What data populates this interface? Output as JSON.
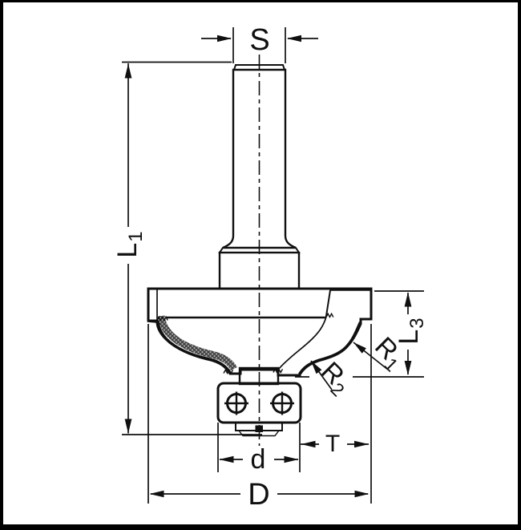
{
  "figure": {
    "kind": "technical-drawing",
    "subject": "ogee-profile router bit with guide bearing, dimensioned section view",
    "colors": {
      "line": "#101010",
      "background": "#ffffff",
      "hatch_light": "#9a9a9a",
      "hatch_dark": "#3c3c3c"
    },
    "dimensions": {
      "s": {
        "main": "S",
        "sub": ""
      },
      "l1": {
        "main": "L",
        "sub": "1"
      },
      "l3": {
        "main": "L",
        "sub": "3"
      },
      "r1": {
        "main": "R",
        "sub": "1"
      },
      "r2": {
        "main": "R",
        "sub": "2"
      },
      "t": {
        "main": "T",
        "sub": ""
      },
      "d": {
        "main": "d",
        "sub": ""
      },
      "D": {
        "main": "D",
        "sub": ""
      }
    }
  }
}
